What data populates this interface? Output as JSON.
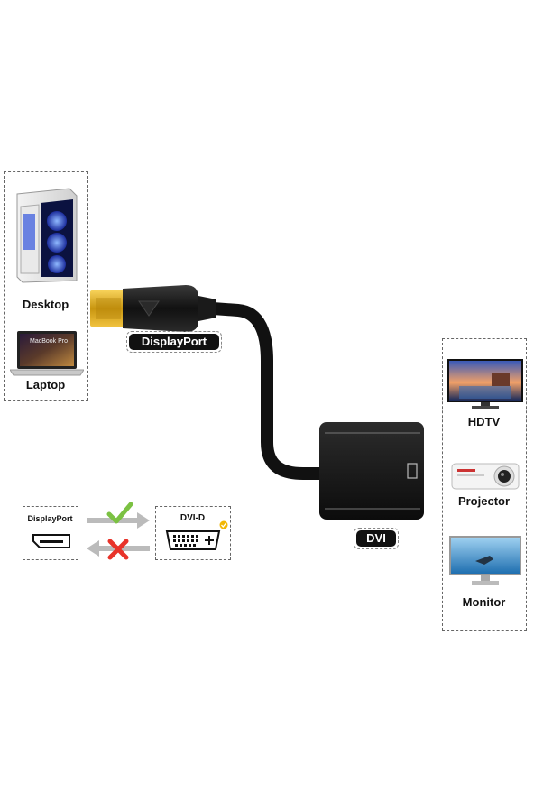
{
  "source_devices": {
    "items": [
      {
        "label": "Desktop",
        "icon": "desktop-pc-icon"
      },
      {
        "label": "Laptop",
        "icon": "laptop-icon",
        "screen_text": "MacBook Pro"
      }
    ]
  },
  "target_devices": {
    "items": [
      {
        "label": "HDTV",
        "icon": "hdtv-icon"
      },
      {
        "label": "Projector",
        "icon": "projector-icon"
      },
      {
        "label": "Monitor",
        "icon": "monitor-icon"
      }
    ]
  },
  "adapter": {
    "input_label": "DisplayPort",
    "output_label": "DVI"
  },
  "direction_diagram": {
    "source_label": "DisplayPort",
    "target_label": "DVI-D",
    "forward_status": "supported",
    "reverse_status": "not-supported"
  },
  "colors": {
    "check": "#7bc142",
    "cross": "#e8332a",
    "gold_connector": "#d4a017",
    "cable": "#111111"
  }
}
